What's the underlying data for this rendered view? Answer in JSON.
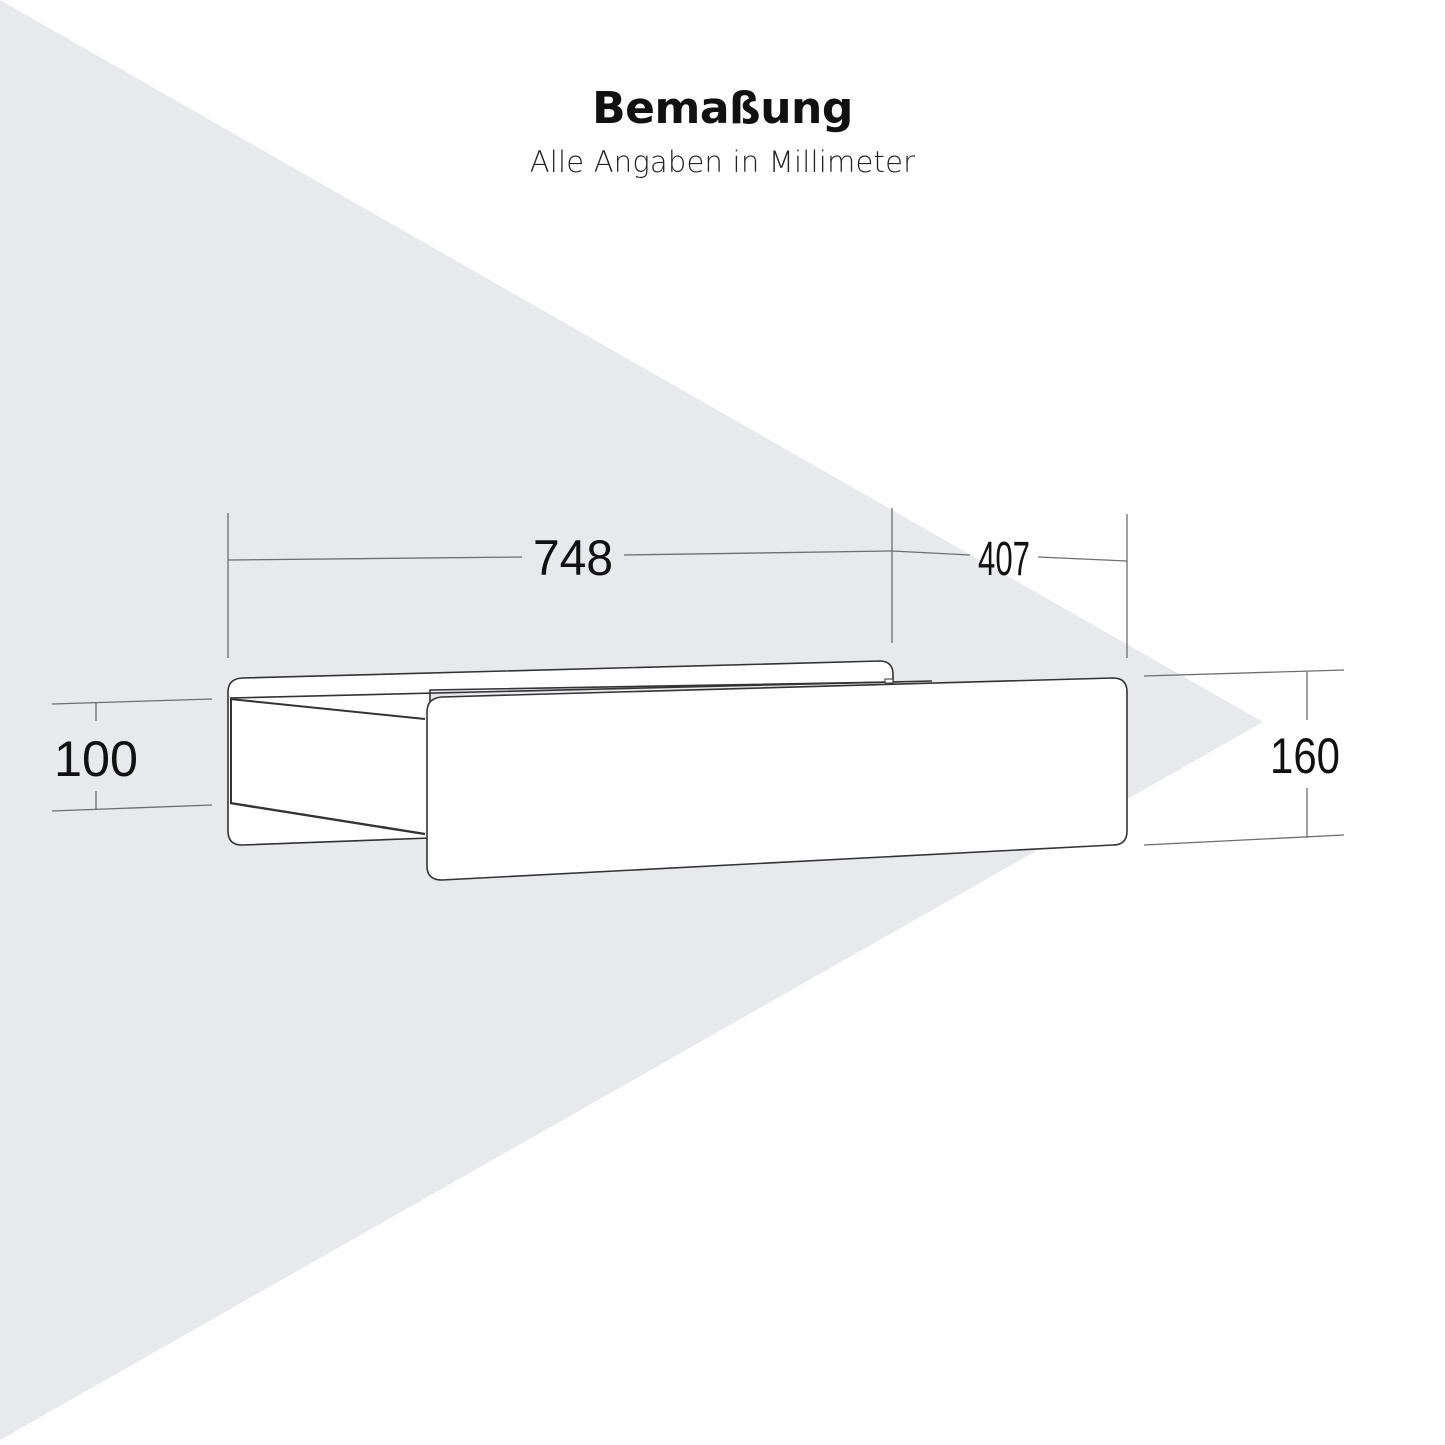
{
  "header": {
    "title": "Bemaßung",
    "subtitle": "Alle Angaben in Millimeter"
  },
  "dimensions": {
    "width": "748",
    "depth": "407",
    "side_height": "100",
    "front_height": "160"
  },
  "colors": {
    "background": "#ffffff",
    "triangle": "#e8e9ed",
    "line": "#333333",
    "dim_line": "#777777",
    "text": "#111111"
  }
}
